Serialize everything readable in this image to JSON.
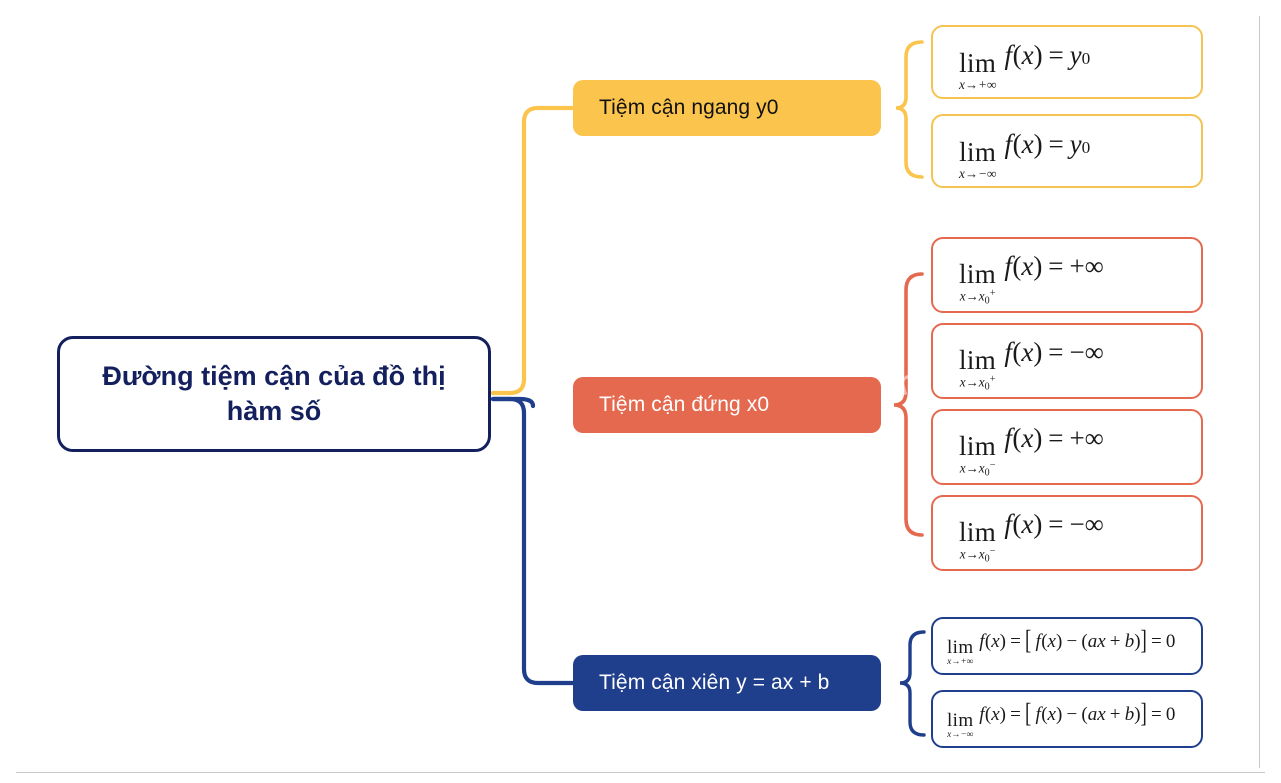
{
  "page": {
    "title": "Duong tiem can cua do thi ham so - so do tu duy",
    "watermark_text": "loigiaihay",
    "background": "#ffffff",
    "rule_color": "#c8c8c8"
  },
  "colors": {
    "navy": "#14205e",
    "branch_blue": "#1f3e8c",
    "amber": "#fbc44d",
    "amber_border": "#f5c352",
    "salmon": "#e4694f",
    "text_dark": "#111111",
    "text_light": "#ffffff"
  },
  "root": {
    "label": "Đường tiệm cận của đồ thị hàm số"
  },
  "branches": [
    {
      "id": "horizontal-asymptote",
      "label": "Tiệm cận ngang y0",
      "color": "#fbc44d",
      "text_color": "#111111",
      "formulas": [
        {
          "id": "ha-plus-inf",
          "lim_word": "lim",
          "lim_sub": "x→+∞",
          "body": "f(x) = y0",
          "plain": "lim x→+∞ f(x) = y₀"
        },
        {
          "id": "ha-minus-inf",
          "lim_word": "lim",
          "lim_sub": "x→−∞",
          "body": "f(x) = y0",
          "plain": "lim x→−∞ f(x) = y₀"
        }
      ]
    },
    {
      "id": "vertical-asymptote",
      "label": "Tiệm cận đứng x0",
      "color": "#e4694f",
      "text_color": "#ffffff",
      "formulas": [
        {
          "id": "va-right-plus",
          "lim_word": "lim",
          "lim_sub": "x→x0+",
          "body": "f(x) = +∞",
          "plain": "lim x→x₀⁺ f(x) = +∞"
        },
        {
          "id": "va-right-minus",
          "lim_word": "lim",
          "lim_sub": "x→x0+",
          "body": "f(x) = −∞",
          "plain": "lim x→x₀⁺ f(x) = −∞"
        },
        {
          "id": "va-left-plus",
          "lim_word": "lim",
          "lim_sub": "x→x0−",
          "body": "f(x) = +∞",
          "plain": "lim x→x₀⁻ f(x) = +∞"
        },
        {
          "id": "va-left-minus",
          "lim_word": "lim",
          "lim_sub": "x→x0−",
          "body": "f(x) = −∞",
          "plain": "lim x→x₀⁻ f(x) = −∞"
        }
      ]
    },
    {
      "id": "oblique-asymptote",
      "label": "Tiệm cận xiên y = ax + b",
      "color": "#1f3e8c",
      "text_color": "#ffffff",
      "formulas": [
        {
          "id": "oa-plus-inf",
          "lim_word": "lim",
          "lim_sub": "x→+∞",
          "body": "f(x) = [f(x) − (ax + b)] = 0",
          "plain": "lim x→+∞ f(x) = [f(x) − (ax + b)] = 0"
        },
        {
          "id": "oa-minus-inf",
          "lim_word": "lim",
          "lim_sub": "x→−∞",
          "body": "f(x) = [f(x) − (ax + b)] = 0",
          "plain": "lim x→−∞ f(x) = [f(x) − (ax + b)] = 0"
        }
      ]
    }
  ]
}
